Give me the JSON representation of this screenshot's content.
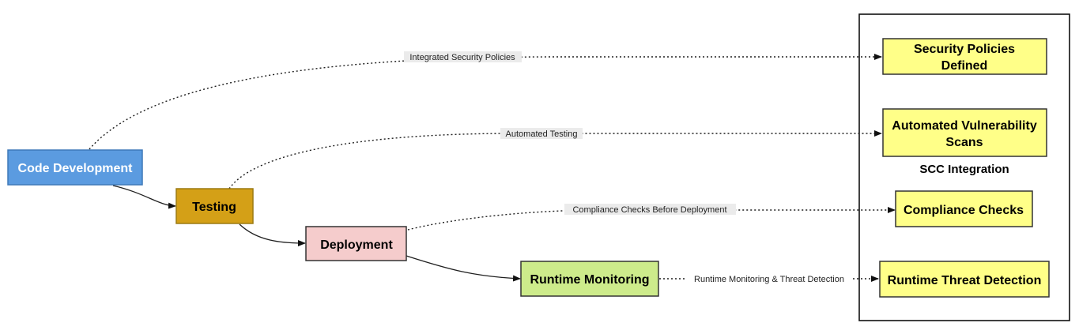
{
  "flow": {
    "code_development": "Code Development",
    "testing": "Testing",
    "deployment": "Deployment",
    "runtime_monitoring": "Runtime Monitoring"
  },
  "scc": {
    "title": "SCC Integration",
    "security_policies": [
      "Security Policies",
      "Defined"
    ],
    "vulnerability_scans": [
      "Automated Vulnerability",
      "Scans"
    ],
    "compliance_checks": "Compliance Checks",
    "runtime_threat_detection": "Runtime Threat Detection"
  },
  "edges": {
    "integrated_security_policies": "Integrated Security Policies",
    "automated_testing": "Automated Testing",
    "compliance_before_deployment": "Compliance Checks Before Deployment",
    "runtime_threat": "Runtime Monitoring & Threat Detection"
  },
  "colors": {
    "code_development_fill": "#5B9BE0",
    "code_development_stroke": "#3E79B9",
    "testing_fill": "#D4A017",
    "testing_stroke": "#9C7A12",
    "deployment_fill": "#F5CCCC",
    "deployment_stroke": "#333333",
    "runtime_monitoring_fill": "#CDEB8B",
    "runtime_monitoring_stroke": "#333333",
    "scc_fill": "#FFFF88",
    "scc_stroke": "#333333"
  }
}
